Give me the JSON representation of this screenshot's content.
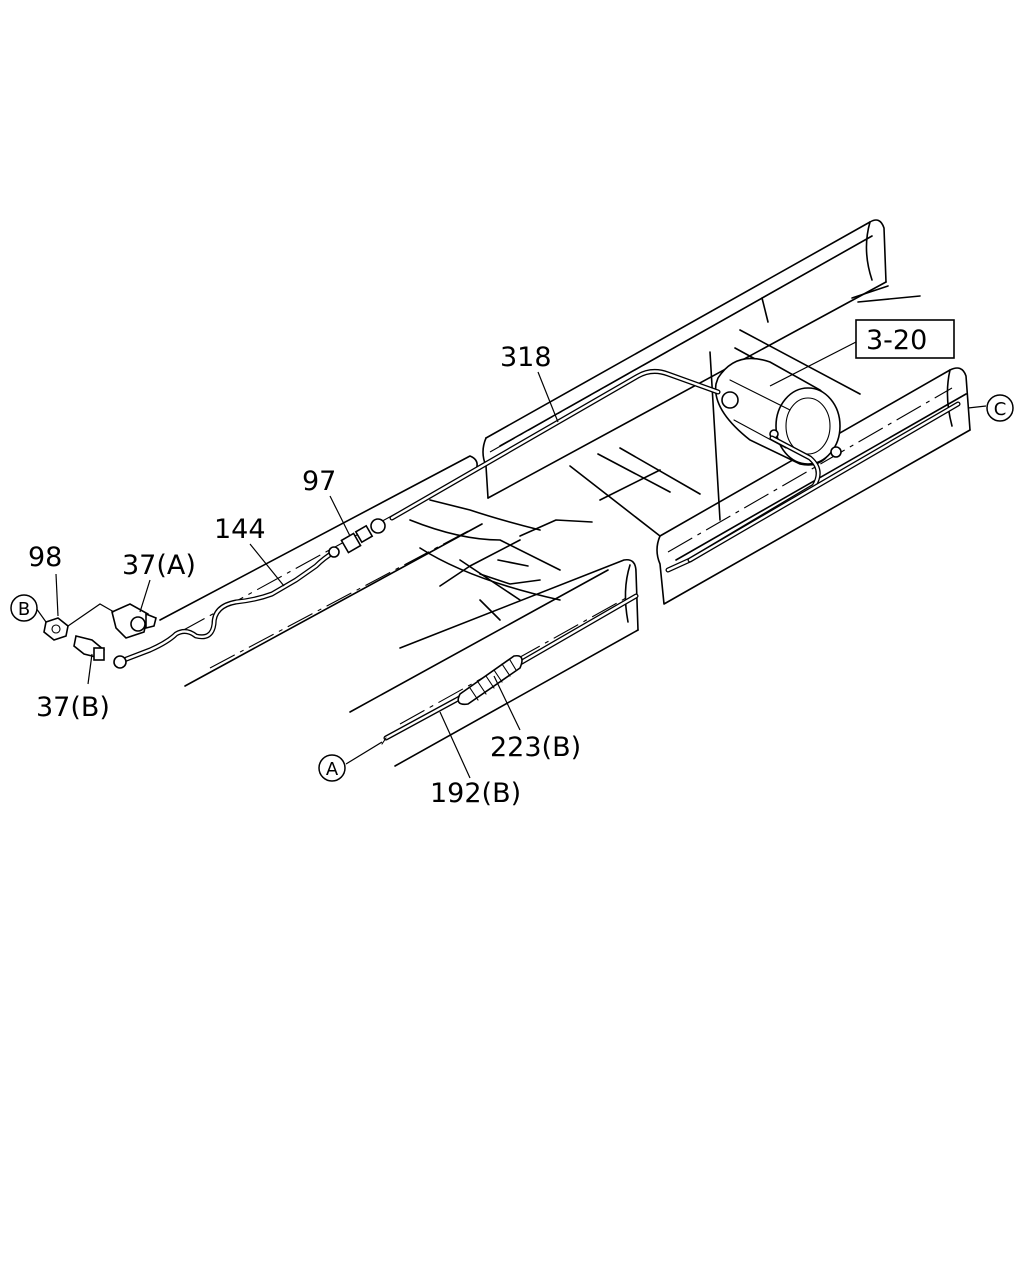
{
  "callouts": {
    "c318": "318",
    "c3_20": "3-20",
    "c97": "97",
    "c144": "144",
    "c98": "98",
    "c37a": "37(A)",
    "c37b": "37(B)",
    "c223b": "223(B)",
    "c192b": "192(B)"
  },
  "refs": {
    "a": "A",
    "b": "B",
    "c": "C"
  }
}
